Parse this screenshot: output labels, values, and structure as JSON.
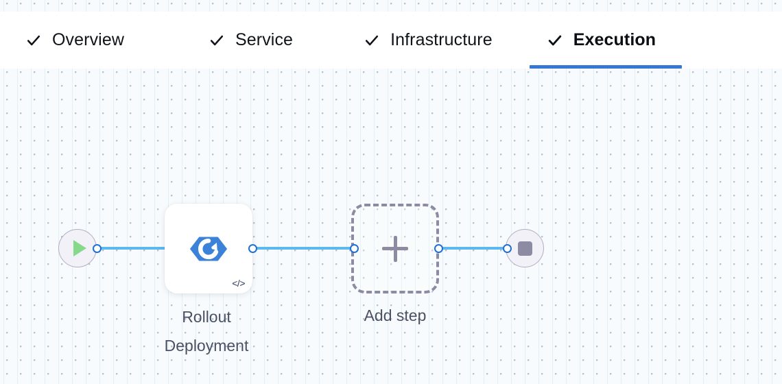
{
  "theme": {
    "accent_blue": "#3577d4",
    "edge_blue": "#5db8f0",
    "handle_blue": "#1f6fd6",
    "node_icon_blue": "#3b82d8",
    "play_green": "#86d98a",
    "muted_purple": "#8c8ba3",
    "label_grey": "#4b5163",
    "canvas_bg": "#f7fbfd",
    "grid_dot": "#b8c2cc"
  },
  "tabs": [
    {
      "label": "Overview",
      "icon": "check-icon",
      "completed": true,
      "active": false
    },
    {
      "label": "Service",
      "icon": "check-icon",
      "completed": true,
      "active": false
    },
    {
      "label": "Infrastructure",
      "icon": "check-icon",
      "completed": true,
      "active": false
    },
    {
      "label": "Execution",
      "icon": "check-icon",
      "completed": true,
      "active": true
    }
  ],
  "pipeline": {
    "start_node": {
      "name": "start-node",
      "icon": "play-icon"
    },
    "end_node": {
      "name": "end-node",
      "icon": "stop-icon"
    },
    "steps": [
      {
        "label": "Rollout\nDeployment",
        "icon": "rollout-deployment-icon",
        "badge": "</>",
        "badge_icon": "code-icon"
      }
    ],
    "add_step": {
      "label": "Add step",
      "icon": "plus-icon"
    }
  }
}
